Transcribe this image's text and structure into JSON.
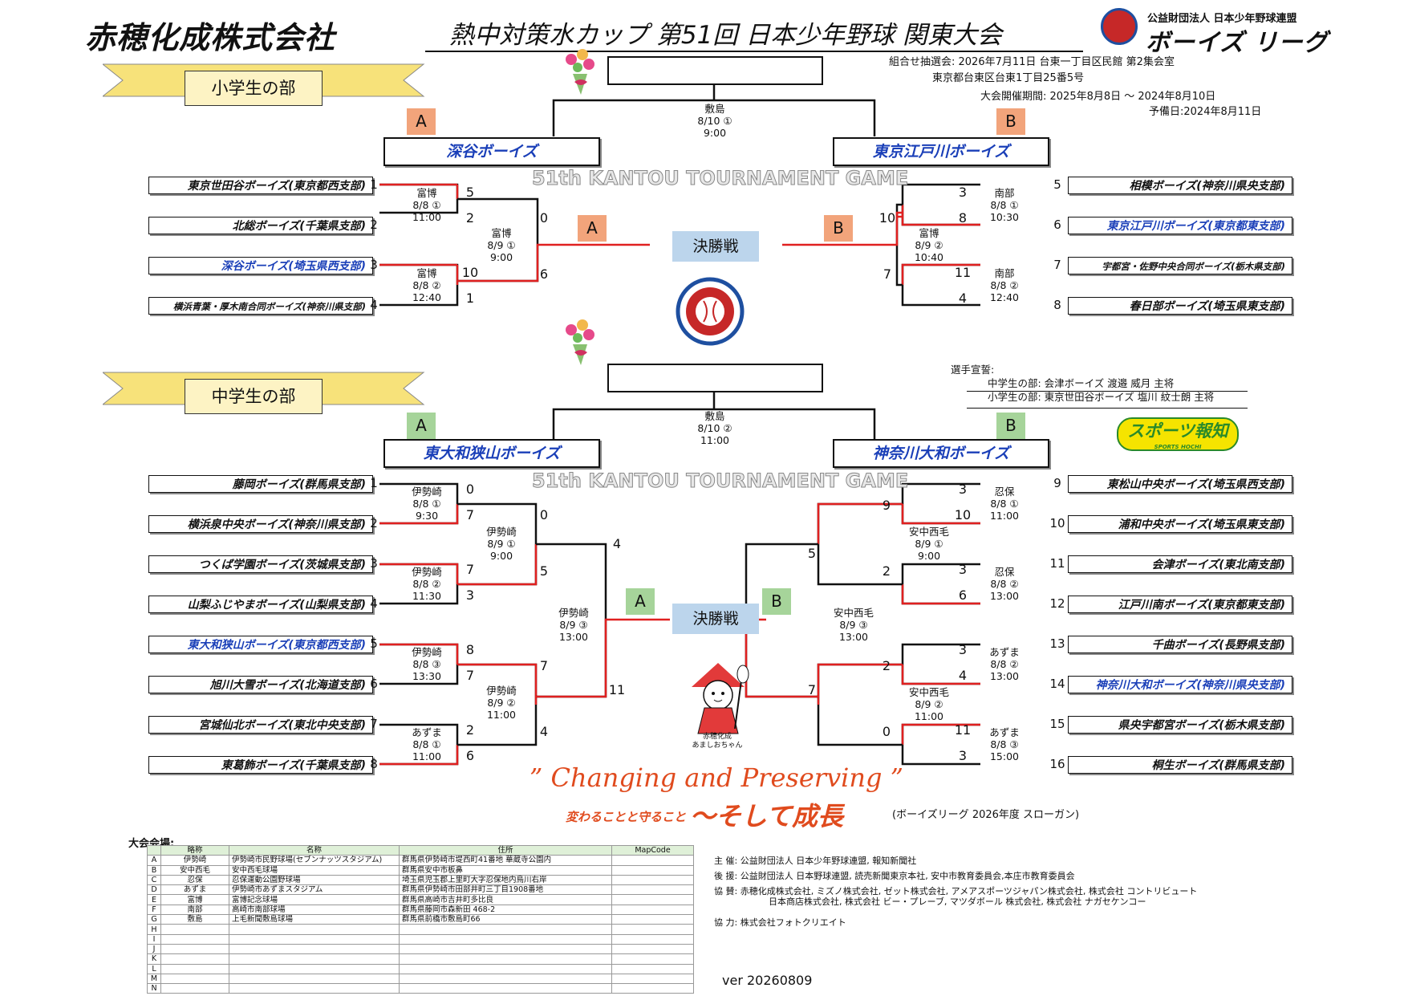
{
  "company": "赤穂化成株式会社",
  "title": "熱中対策水カップ 第51回 日本少年野球 関東大会",
  "org": {
    "small": "公益財団法人 日本少年野球連盟",
    "big": "ボーイズ リーグ"
  },
  "info": {
    "draw": "組合せ抽選会:  2026年7月11日  台東一丁目区民館  第2集会室",
    "address": "東京都台東区台東1丁目25番5号",
    "period": "大会開催期間:  2025年8月8日  ～  2024年8月10日",
    "reserve": "予備日:2024年8月11日"
  },
  "banner_text": "51th KANTOU TOURNAMENT GAME",
  "kessho": "決勝戦",
  "elementary": {
    "label": "小学生の部",
    "final_match": "敷島\n8/10 ①\n9:00",
    "finalist_a": "深谷ボーイズ",
    "finalist_b": "東京江戸川ボーイズ",
    "letter_a": "A",
    "letter_b": "B",
    "left_entries": [
      {
        "no": "1",
        "name": "東京世田谷ボーイズ(東京都西支部)"
      },
      {
        "no": "2",
        "name": "北総ボーイズ(千葉県支部)"
      },
      {
        "no": "3",
        "name": "深谷ボーイズ(埼玉県西支部)"
      },
      {
        "no": "4",
        "name": "横浜青葉・厚木南合同ボーイズ(神奈川県支部)"
      }
    ],
    "right_entries": [
      {
        "no": "5",
        "name": "相模ボーイズ(神奈川県央支部)"
      },
      {
        "no": "6",
        "name": "東京江戸川ボーイズ(東京都東支部)"
      },
      {
        "no": "7",
        "name": "宇都宮・佐野中央合同ボーイズ(栃木県支部)"
      },
      {
        "no": "8",
        "name": "春日部ボーイズ(埼玉県東支部)"
      }
    ],
    "left_r1": [
      {
        "match": "富博\n8/8 ①\n11:00",
        "s_top": "5",
        "s_bot": "2"
      },
      {
        "match": "富博\n8/8 ②\n12:40",
        "s_top": "10",
        "s_bot": "1"
      }
    ],
    "left_sf": {
      "match": "富博\n8/9 ①\n9:00",
      "s_top": "0",
      "s_bot": "6"
    },
    "right_r1": [
      {
        "match": "南部\n8/8 ①\n10:30",
        "s_top": "3",
        "s_bot": "8"
      },
      {
        "match": "南部\n8/8 ②\n12:40",
        "s_top": "11",
        "s_bot": "4"
      }
    ],
    "right_sf": {
      "match": "富博\n8/9 ②\n10:40",
      "s_top": "10",
      "s_bot": "7"
    }
  },
  "junior": {
    "label": "中学生の部",
    "final_match": "敷島\n8/10 ②\n11:00",
    "finalist_a": "東大和狭山ボーイズ",
    "finalist_b": "神奈川大和ボーイズ",
    "letter_a": "A",
    "letter_b": "B",
    "left_entries": [
      {
        "no": "1",
        "name": "藤岡ボーイズ(群馬県支部)"
      },
      {
        "no": "2",
        "name": "横浜泉中央ボーイズ(神奈川県支部)"
      },
      {
        "no": "3",
        "name": "つくば学園ボーイズ(茨城県支部)"
      },
      {
        "no": "4",
        "name": "山梨ふじやまボーイズ(山梨県支部)"
      },
      {
        "no": "5",
        "name": "東大和狭山ボーイズ(東京都西支部)"
      },
      {
        "no": "6",
        "name": "旭川大雪ボーイズ(北海道支部)"
      },
      {
        "no": "7",
        "name": "宮城仙北ボーイズ(東北中央支部)"
      },
      {
        "no": "8",
        "name": "東葛飾ボーイズ(千葉県支部)"
      }
    ],
    "right_entries": [
      {
        "no": "9",
        "name": "東松山中央ボーイズ(埼玉県西支部)"
      },
      {
        "no": "10",
        "name": "浦和中央ボーイズ(埼玉県東支部)"
      },
      {
        "no": "11",
        "name": "会津ボーイズ(東北南支部)"
      },
      {
        "no": "12",
        "name": "江戸川南ボーイズ(東京都東支部)"
      },
      {
        "no": "13",
        "name": "千曲ボーイズ(長野県支部)"
      },
      {
        "no": "14",
        "name": "神奈川大和ボーイズ(神奈川県央支部)"
      },
      {
        "no": "15",
        "name": "県央宇都宮ボーイズ(栃木県支部)"
      },
      {
        "no": "16",
        "name": "桐生ボーイズ(群馬県支部)"
      }
    ],
    "left_r1": [
      {
        "match": "伊勢崎\n8/8 ①\n9:30",
        "s_top": "0",
        "s_bot": "7"
      },
      {
        "match": "伊勢崎\n8/8 ②\n11:30",
        "s_top": "7",
        "s_bot": "3"
      },
      {
        "match": "伊勢崎\n8/8 ③\n13:30",
        "s_top": "8",
        "s_bot": "7"
      },
      {
        "match": "あずま\n8/8 ①\n11:00",
        "s_top": "2",
        "s_bot": "6"
      }
    ],
    "left_qf": [
      {
        "match": "伊勢崎\n8/9 ①\n9:00",
        "s_top": "0",
        "s_bot": "5"
      },
      {
        "match": "伊勢崎\n8/9 ②\n11:00",
        "s_top": "7",
        "s_bot": "4"
      }
    ],
    "left_sf": {
      "match": "伊勢崎\n8/9 ③\n13:00",
      "s_top": "4",
      "s_bot": "11"
    },
    "right_r1": [
      {
        "match": "忍保\n8/8 ①\n11:00",
        "s_top": "3",
        "s_bot": "10"
      },
      {
        "match": "忍保\n8/8 ②\n13:00",
        "s_top": "3",
        "s_bot": "6"
      },
      {
        "match": "あずま\n8/8 ②\n13:00",
        "s_top": "3",
        "s_bot": "4"
      },
      {
        "match": "あずま\n8/8 ③\n15:00",
        "s_top": "11",
        "s_bot": "3"
      }
    ],
    "right_qf": [
      {
        "match": "安中西毛\n8/9 ①\n9:00",
        "s_top": "9",
        "s_bot": "2"
      },
      {
        "match": "安中西毛\n8/9 ②\n11:00",
        "s_top": "2",
        "s_bot": "0"
      }
    ],
    "right_sf": {
      "match": "安中西毛\n8/9 ③\n13:00",
      "s_top": "5",
      "s_bot": "7"
    }
  },
  "senshu": {
    "title": "選手宣誓:",
    "junior": "中学生の部:  会津ボーイズ  渡邉  威月 主将",
    "elementary": "小学生の部:  東京世田谷ボーイズ  塩川  紋士朗 主将"
  },
  "hochi": {
    "main": "スポーツ報知",
    "sub": "SPORTS HOCHI"
  },
  "mascot_caption": "赤穂化成\nあましおちゃん",
  "slogan": {
    "en": "” Changing and Preserving ”",
    "jp_small": "変わることと守ること",
    "jp_big": "～そして成長",
    "note": "(ボーイズリーグ  2026年度 スローガン)"
  },
  "venues": {
    "title": "大会会場:",
    "headers": [
      "略称",
      "名称",
      "住所",
      "MapCode"
    ],
    "rows": [
      [
        "A",
        "伊勢崎",
        "伊勢崎市民野球場(セブンナッツスタジアム)",
        "群馬県伊勢崎市堤西町41番地 華蔵寺公園内",
        ""
      ],
      [
        "B",
        "安中西毛",
        "安中西毛球場",
        "群馬県安中市板鼻",
        ""
      ],
      [
        "C",
        "忍保",
        "忍保運動公園野球場",
        "埼玉県児玉郡上里町大字忍保地内烏川右岸",
        ""
      ],
      [
        "D",
        "あずま",
        "伊勢崎市あずまスタジアム",
        "群馬県伊勢崎市田部井町三丁目1908番地",
        ""
      ],
      [
        "E",
        "富博",
        "富博記念球場",
        "群馬県高崎市吉井町多比良",
        ""
      ],
      [
        "F",
        "南部",
        "高崎市南部球場",
        "群馬県藤岡市森新田 468-2",
        ""
      ],
      [
        "G",
        "敷島",
        "上毛新聞敷島球場",
        "群馬県前橋市敷島町66",
        ""
      ],
      [
        "H",
        "",
        "",
        "",
        ""
      ],
      [
        "I",
        "",
        "",
        "",
        ""
      ],
      [
        "J",
        "",
        "",
        "",
        ""
      ],
      [
        "K",
        "",
        "",
        "",
        ""
      ],
      [
        "L",
        "",
        "",
        "",
        ""
      ],
      [
        "M",
        "",
        "",
        "",
        ""
      ],
      [
        "N",
        "",
        "",
        "",
        ""
      ]
    ]
  },
  "sponsors": [
    {
      "role": "主        催",
      "text": ":  公益財団法人 日本少年野球連盟, 報知新聞社"
    },
    {
      "role": "後        援",
      "text": ":  公益財団法人 日本野球連盟, 読売新聞東京本社, 安中市教育委員会,本庄市教育委員会"
    },
    {
      "role": "協        賛",
      "text": ":  赤穂化成株式会社, ミズノ株式会社, ゼット株式会社, アメアスポーツジャパン株式会社, 株式会社 コントリビュート"
    },
    {
      "role": "",
      "text": "    日本商店株式会社, 株式会社 ビー・プレーブ, マツダボール 株式会社, 株式会社 ナガセケンコー"
    },
    {
      "role": "協        力",
      "text": ":  株式会社フォトクリエイト"
    }
  ],
  "version": "ver 20260809",
  "colors": {
    "winner_line": "#e02020",
    "letter_orange": "#f2a47b",
    "letter_green": "#a6d49a",
    "kessho_bg": "#bcd5ec"
  }
}
